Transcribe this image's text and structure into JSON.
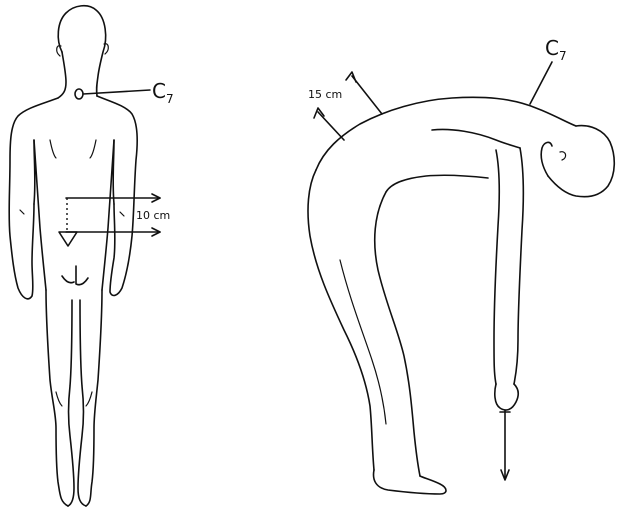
{
  "labels": {
    "back_view_marker": {
      "letter": "C",
      "subscript": "7"
    },
    "back_view_distance": "10 cm",
    "side_view_distance": "15 cm",
    "side_view_marker": {
      "letter": "C",
      "subscript": "7"
    }
  },
  "colors": {
    "ink": "#111111",
    "background": "#ffffff"
  }
}
